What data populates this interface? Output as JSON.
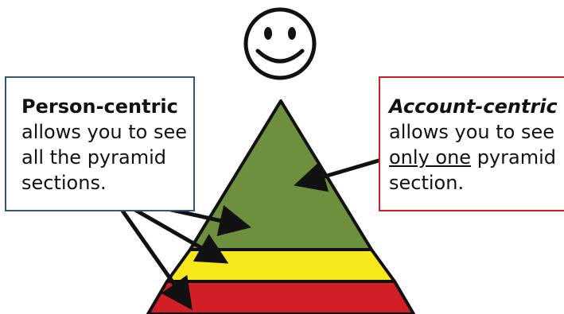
{
  "person_callout": {
    "heading": "Person-centric",
    "line1": "allows you to see",
    "line2": "all the pyramid",
    "line3": "sections."
  },
  "account_callout": {
    "heading": "Account-centric",
    "line1": "allows you to see",
    "line2_underlined": "only one",
    "line2_rest": " pyramid",
    "line3": "section."
  },
  "colors": {
    "pyramid_top": "#6e8f3e",
    "pyramid_middle": "#f7e81c",
    "pyramid_bottom": "#d21f27",
    "person_border": "#2e5a74",
    "account_border": "#cc1f26"
  },
  "icons": [
    "smiley-face-icon",
    "arrow-icon"
  ]
}
